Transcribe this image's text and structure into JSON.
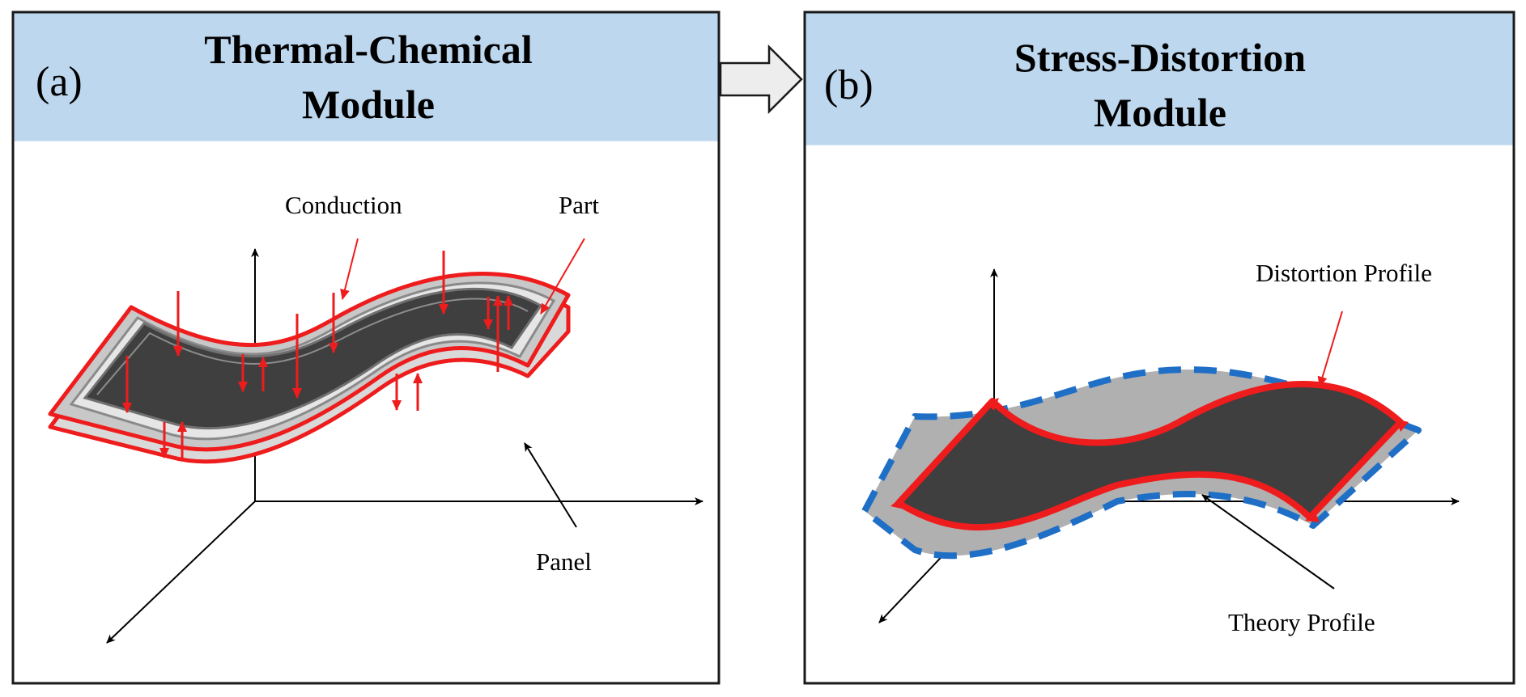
{
  "panel_a": {
    "letter": "(a)",
    "title_line1": "Thermal-Chemical",
    "title_line2": "Module",
    "labels": {
      "conduction": "Conduction",
      "part": "Part",
      "panel": "Panel"
    }
  },
  "panel_b": {
    "letter": "(b)",
    "title_line1": "Stress-Distortion",
    "title_line2": "Module",
    "labels": {
      "distortion_profile": "Distortion Profile",
      "theory_profile": "Theory Profile"
    }
  },
  "colors": {
    "header_fill": "#bdd7ee",
    "border": "#1a1a1a",
    "part_fill": "#3f3f3f",
    "tool_fill": "#b0b0b0",
    "highlight": "#ee1c1c",
    "theory_dash": "#1f6fc6",
    "axis": "#000000"
  }
}
